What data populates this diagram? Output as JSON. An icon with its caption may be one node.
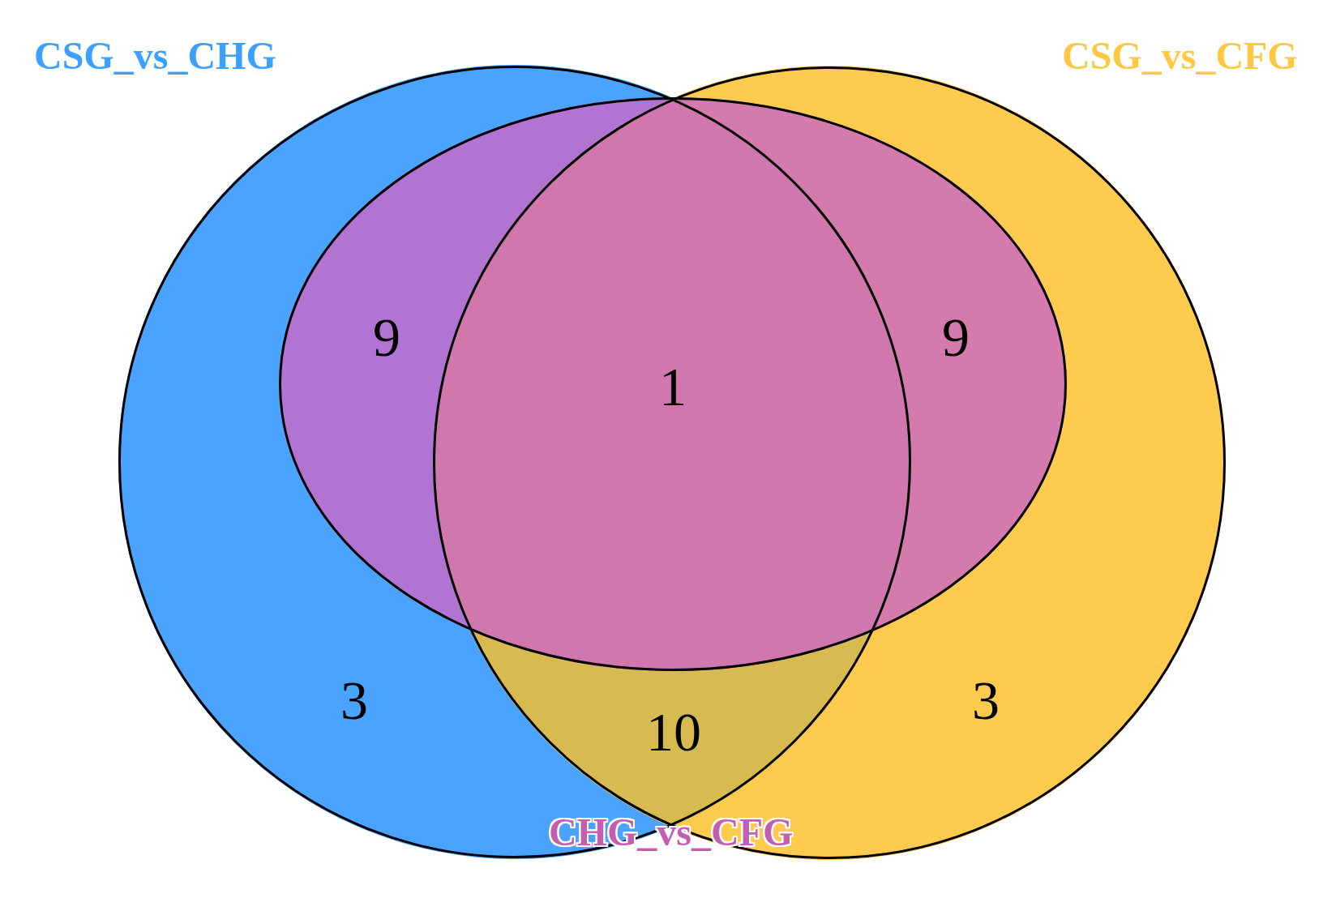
{
  "diagram": {
    "nodes": [
      {
        "text": [
          "CSG_vs_CHG"
        ]
      },
      {
        "text": [
          "CSG_vs_CFG"
        ]
      },
      {
        "text": [],
        "shape": "ellipse"
      }
    ],
    "labels": [
      "9",
      "1",
      "9",
      "3",
      "10",
      "3",
      "CHG_vs_CFG"
    ]
  }
}
